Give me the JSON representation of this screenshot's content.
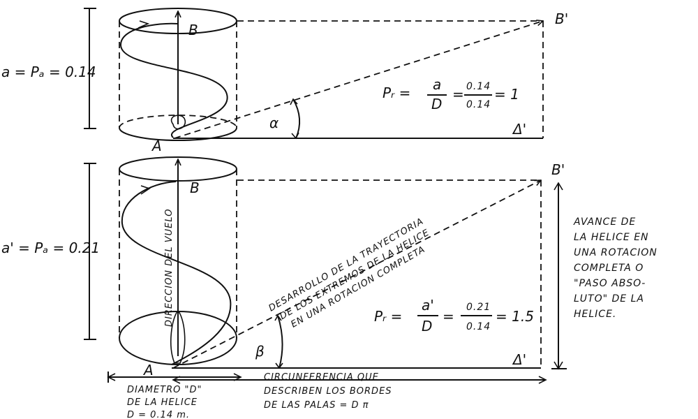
{
  "top": {
    "height_label": "a = Pₐ = 0.14",
    "point_start": "A",
    "point_end": "B",
    "point_dev": "B'",
    "base_end": "Δ'",
    "angle": "α",
    "formula_lhs": "Pᵣ =",
    "formula_frac1_num": "a",
    "formula_frac1_den": "D",
    "formula_frac2_num": "0.14",
    "formula_frac2_den": "0.14",
    "formula_result": "= 1"
  },
  "bottom": {
    "height_label": "a' = Pₐ = 0.21",
    "point_start": "A",
    "point_end": "B",
    "point_dev": "B'",
    "base_end": "Δ'",
    "angle": "β",
    "flight_direction": "DIRECCION DEL VUELO",
    "trajectory_line1": "DESARROLLO DE LA TRAYECTORIA",
    "trajectory_line2": "DE LOS EXTREMOS DE LA HELICE",
    "trajectory_line3": "EN UNA ROTACION COMPLETA",
    "formula_lhs": "Pᵣ =",
    "formula_frac1_num": "a'",
    "formula_frac1_den": "D",
    "formula_frac2_num": "0.21",
    "formula_frac2_den": "0.14",
    "formula_result": "= 1.5",
    "advance_lines": [
      "AVANCE DE",
      "LA HELICE EN",
      "UNA ROTACION",
      "COMPLETA O",
      "\"PASO ABSO-",
      "LUTO\" DE LA",
      "HELICE."
    ],
    "diameter_lines": [
      "DIAMETRO \"D\"",
      "DE LA HELICE",
      "D = 0.14 m."
    ],
    "circumference_lines": [
      "CIRCUNFERENCIA QUE",
      "DESCRIBEN LOS BORDES",
      "DE LAS PALAS = D π"
    ]
  }
}
